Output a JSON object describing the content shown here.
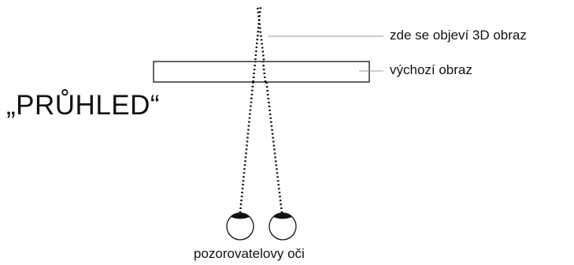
{
  "diagram": {
    "title": "„PRŮHLED“",
    "labels": {
      "image_3d": "zde se objeví 3D obraz",
      "source_image": "výchozí obraz",
      "eyes": "pozorovatelovy oči"
    },
    "colors": {
      "ink": "#111111",
      "leader": "#999999"
    }
  }
}
